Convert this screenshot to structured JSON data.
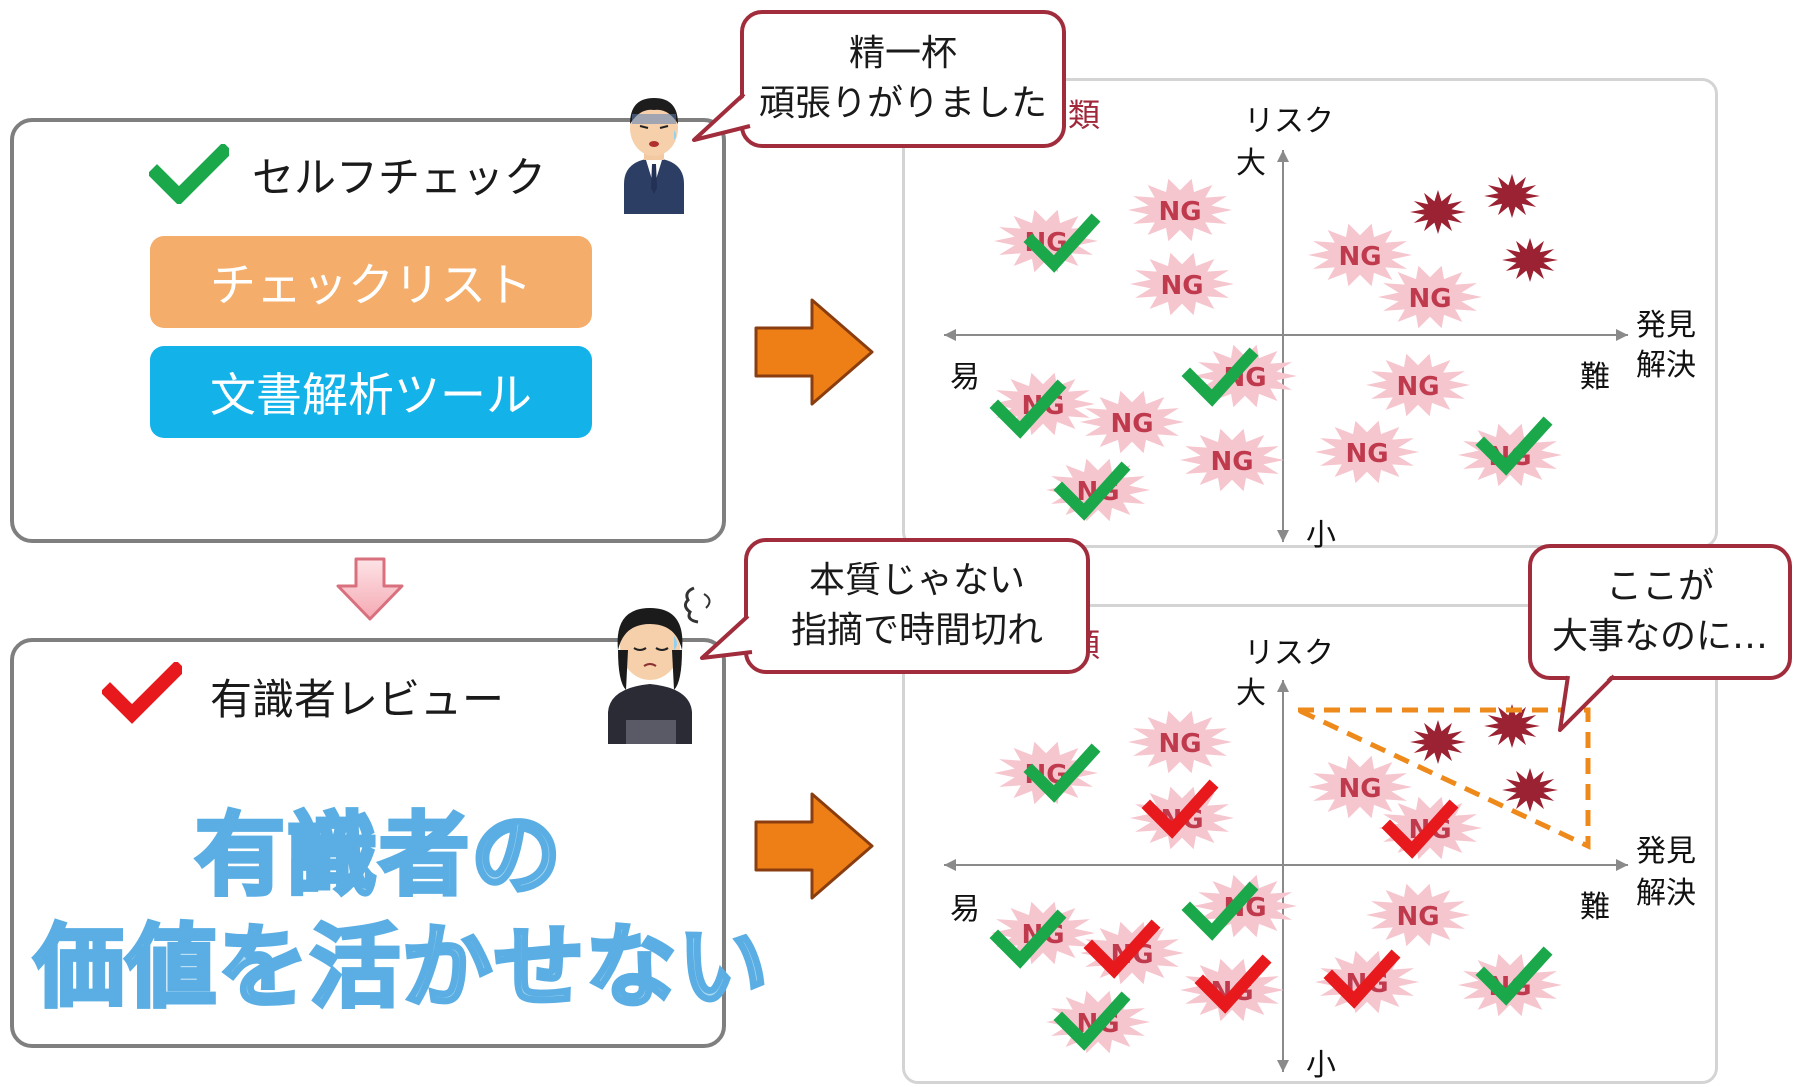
{
  "self_check": {
    "title": "セルフチェック",
    "tools": [
      "チェックリスト",
      "文書解析ツール"
    ]
  },
  "expert_review": {
    "title": "有識者レビュー",
    "warning_line1": "有識者の",
    "warning_line2": "価値を活かせない"
  },
  "bubbles": {
    "top_line1": "精一杯",
    "top_line2": "頑張りがりました",
    "middle_line1": "本質じゃない",
    "middle_line2": "指摘で時間切れ",
    "right_line1": "ここが",
    "right_line2": "大事なのに…"
  },
  "quadrant": {
    "y_top": "リスク",
    "y_top2": "大",
    "y_bottom": "小",
    "x_left": "易",
    "x_right": "難",
    "x_right_label1": "発見",
    "x_right_label2": "解決",
    "corner_text": "類",
    "ng_label": "NG"
  },
  "colors": {
    "green_check": "#1aa84b",
    "red_check": "#e8191c",
    "orange_arrow": "#ee7f17",
    "ng_burst": "#f6c6cf",
    "ng_text": "#c03a4d",
    "dark_burst": "#9b2232",
    "pill_orange": "#f4ad6a",
    "pill_blue": "#13b3ea",
    "dashed_triangle": "#ee8a1b"
  }
}
